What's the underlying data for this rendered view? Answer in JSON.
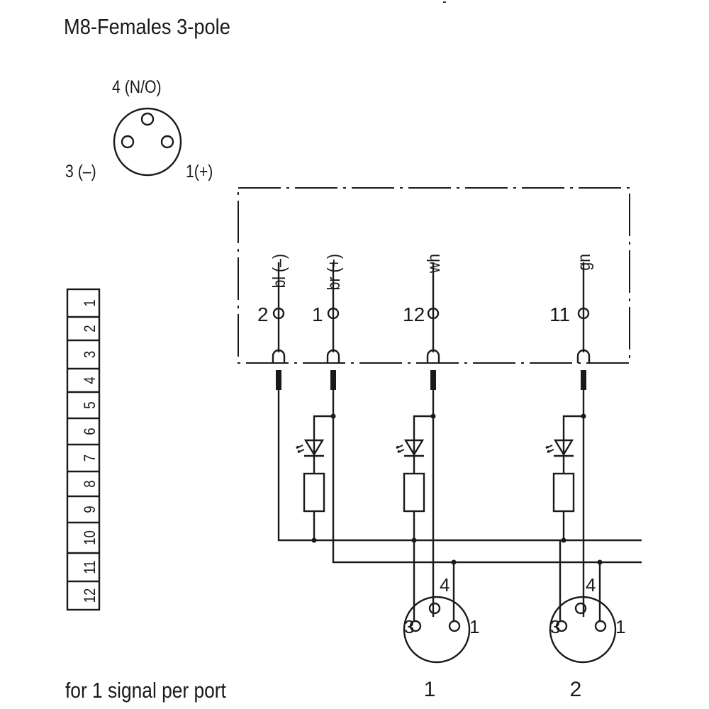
{
  "title": "M8-Females  3-pole",
  "connector_face": {
    "pin_top_label": "4 (N/O)",
    "pin_left_label": "3 (–)",
    "pin_right_label": "1(+)"
  },
  "terminal_strip": [
    "1",
    "2",
    "3",
    "4",
    "5",
    "6",
    "7",
    "8",
    "9",
    "10",
    "11",
    "12"
  ],
  "wires": [
    {
      "color_label": "bl (–)",
      "terminal": "2"
    },
    {
      "color_label": "br (+)",
      "terminal": "1"
    },
    {
      "color_label": "wh",
      "terminal": "12"
    },
    {
      "color_label": "gn",
      "terminal": "11"
    }
  ],
  "ports": [
    {
      "label": "1",
      "pin4": "4",
      "pin3": "3",
      "pin1": "1"
    },
    {
      "label": "2",
      "pin4": "4",
      "pin3": "3",
      "pin1": "1"
    }
  ],
  "footer": "for 1 signal per port"
}
